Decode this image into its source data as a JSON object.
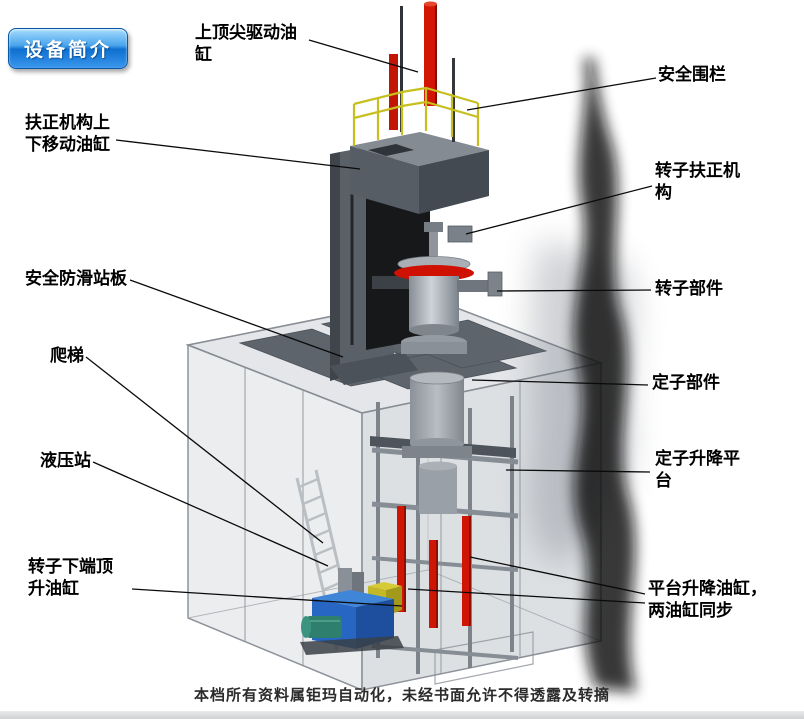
{
  "badge": {
    "label": "设备简介"
  },
  "labels": {
    "top_drive_cylinder": "上顶尖驱动油缸",
    "safety_fence": "安全围栏",
    "centering_mechanism_cylinder": "扶正机构上下移动油缸",
    "rotor_centering_mechanism": "转子扶正机构",
    "anti_slip_platform": "安全防滑站板",
    "rotor_component": "转子部件",
    "ladder": "爬梯",
    "stator_component": "定子部件",
    "hydraulic_station": "液压站",
    "stator_lift_platform": "定子升降平台",
    "rotor_bottom_jack_cylinder": "转子下端顶升油缸",
    "platform_lift_cylinders": "平台升降油缸，两油缸同步"
  },
  "footer": {
    "text": "本档所有资料属钜玛自动化，未经书面允许不得透露及转摘"
  },
  "colors": {
    "badge_blue": "#1272d4",
    "accent_red": "#cf1505",
    "railing_yellow": "#c6bf1e",
    "hydraulic_blue": "#2766c2",
    "structure_gray": "#5d646c"
  }
}
